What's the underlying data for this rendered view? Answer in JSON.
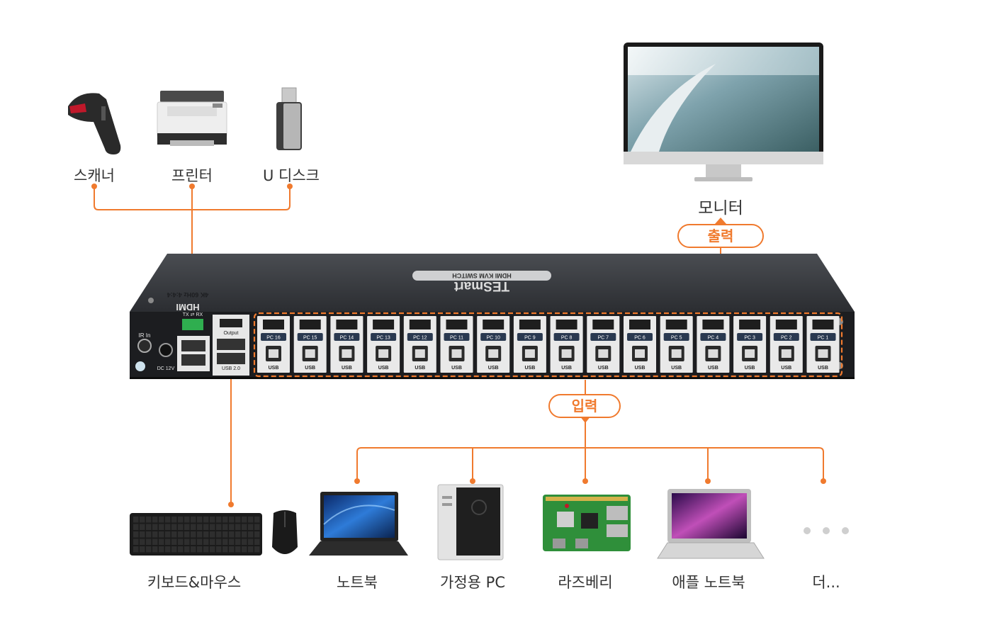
{
  "top_devices": [
    {
      "id": "scanner",
      "label": "스캐너",
      "icon": "barcode-scanner-icon"
    },
    {
      "id": "printer",
      "label": "프린터",
      "icon": "printer-icon"
    },
    {
      "id": "udisk",
      "label": "U 디스크",
      "icon": "usb-drive-icon"
    }
  ],
  "monitor": {
    "label": "모니터",
    "icon": "monitor-icon"
  },
  "output_tag": "출력",
  "input_tag": "입력",
  "switch": {
    "brand": "TESmart",
    "model": "HDMI KVM SWITCH",
    "spec": "4K 60Hz 4:4:4",
    "hdmi_logo": "HDMI",
    "ir_label": "IR In",
    "dc_label": "DC 12V",
    "rs_label": "TX ⇄ RX",
    "output_label": "Output",
    "usb2_label": "USB 2.0",
    "port_usb_label": "USB",
    "pc_ports": [
      "PC 16",
      "PC 15",
      "PC 14",
      "PC 13",
      "PC 12",
      "PC 11",
      "PC 10",
      "PC 9",
      "PC 8",
      "PC 7",
      "PC 6",
      "PC 5",
      "PC 4",
      "PC 3",
      "PC 2",
      "PC 1"
    ]
  },
  "bottom_devices": [
    {
      "id": "keyboard-mouse",
      "label": "키보드&마우스",
      "icon": "keyboard-mouse-icon"
    },
    {
      "id": "laptop",
      "label": "노트북",
      "icon": "laptop-icon"
    },
    {
      "id": "desktop",
      "label": "가정용 PC",
      "icon": "desktop-pc-icon"
    },
    {
      "id": "raspberry",
      "label": "라즈베리",
      "icon": "raspberry-pi-icon"
    },
    {
      "id": "macbook",
      "label": "애플 노트북",
      "icon": "macbook-icon"
    },
    {
      "id": "more",
      "label": "더...",
      "icon": "more-dots-icon"
    }
  ],
  "colors": {
    "accent": "#f07a2e",
    "device": "#222426",
    "text": "#333333"
  }
}
